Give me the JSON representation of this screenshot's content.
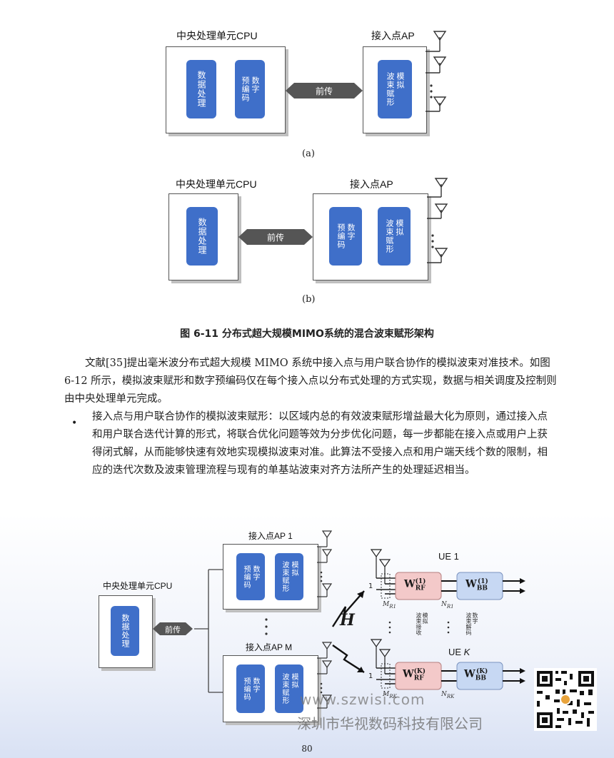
{
  "figA": {
    "cpu_label": "中央处理单元CPU",
    "ap_label": "接入点AP",
    "block_data": "数据处理",
    "block_precode": "数字\n预编码",
    "block_beam": "模拟\n波束赋形",
    "fronthaul": "前传",
    "caption": "(a)"
  },
  "figB": {
    "cpu_label": "中央处理单元CPU",
    "ap_label": "接入点AP",
    "block_data": "数据处理",
    "block_precode": "数字\n预编码",
    "block_beam": "模拟\n波束赋形",
    "fronthaul": "前传",
    "caption": "(b)"
  },
  "figure_title": "图 6-11  分布式超大规模MIMO系统的混合波束赋形架构",
  "paragraph1": "文献[35]提出毫米波分布式超大规模 MIMO 系统中接入点与用户联合协作的模拟波束对准技术。如图 6-12 所示，模拟波束赋形和数字预编码仅在每个接入点以分布式处理的方式实现，数据与相关调度及控制则由中央处理单元完成。",
  "bullet1": "接入点与用户联合协作的模拟波束赋形：以区域内总的有效波束赋形增益最大化为原则，通过接入点和用户联合迭代计算的形式，将联合优化问题等效为分步优化问题，每一步都能在接入点或用户上获得闭式解，从而能够快速有效地实现模拟波束对准。此算法不受接入点和用户端天线个数的限制，相应的迭代次数及波束管理流程与现有的单基站波束对齐方法所产生的处理延迟相当。",
  "figC": {
    "cpu_label": "中央处理单元CPU",
    "block_data": "数据处理",
    "fronthaul": "前传",
    "ap1_label": "接入点AP 1",
    "apm_label": "接入点AP M",
    "block_precode": "数字\n预编码",
    "block_beam": "模拟\n波束赋形",
    "channel": "H",
    "ue1": "UE 1",
    "uek": "UE K",
    "wrf1": "W_RF^(1)",
    "wbb1": "W_BB^(1)",
    "wrfk": "W_RF^(K)",
    "wbbk": "W_BB^(K)",
    "mr1": "M_R1",
    "nr1": "N_R1",
    "mrk": "M_RK",
    "nrk": "N_RK",
    "analog_rx": "模拟\n波束接收",
    "digital_dec": "数字\n波束解码",
    "one": "1"
  },
  "watermark_url": "www.szwisi.com",
  "watermark_company": "深圳市华视数码科技有限公司",
  "page_number": "80",
  "colors": {
    "block_blue": "#3f6fc9",
    "wrf_pink": "#f3c9c9",
    "wbb_blue": "#c7d8f3"
  }
}
